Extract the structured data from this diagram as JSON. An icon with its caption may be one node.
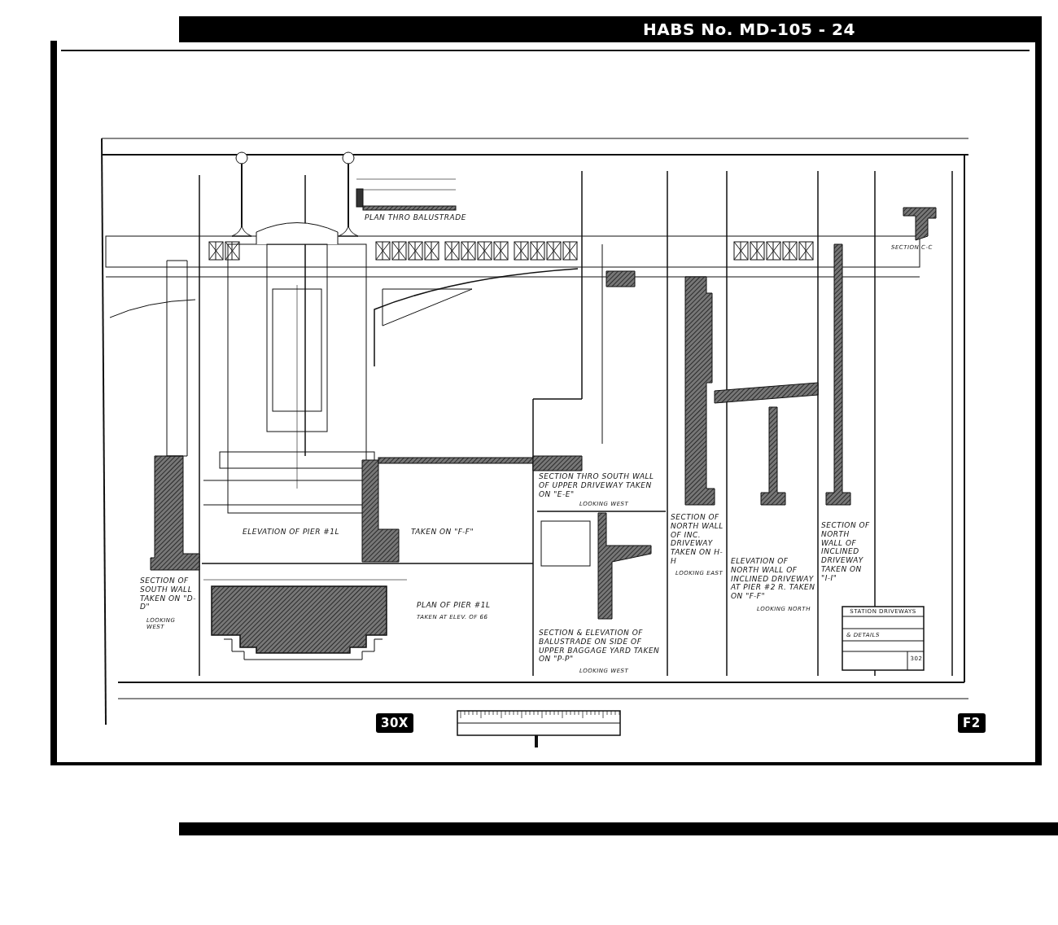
{
  "diagram": {
    "labels": [
      "HABS No. MD-105 - 24",
      "PLAN THRO BALUSTRADE",
      "SECTION C-C",
      "ELEVATION OF PIER #1L",
      "TAKEN ON \"F-F\"",
      "SECTION THRO SOUTH WALL OF UPPER DRIVEWAY TAKEN ON \"E-E\"",
      "LOOKING WEST",
      "SECTION OF NORTH WALL OF INC. DRIVEWAY TAKEN ON H-H",
      "LOOKING EAST",
      "SECTION OF SOUTH WALL TAKEN ON \"D-D\"",
      "LOOKING WEST",
      "PLAN OF PIER #1L",
      "TAKEN AT ELEV. OF 66",
      "ELEVATION OF NORTH WALL OF INCLINED DRIVEWAY AT PIER #2 R. TAKEN ON \"F-F\"",
      "LOOKING NORTH",
      "SECTION OF NORTH WALL OF INCLINED DRIVEWAY TAKEN ON \"I-I\"",
      "SECTION & ELEVATION OF BALUSTRADE ON SIDE OF UPPER BAGGAGE YARD TAKEN ON \"P-P\"",
      "LOOKING WEST",
      "STATION DRIVEWAYS",
      "& DETAILS",
      "302",
      "30X",
      "F2"
    ]
  }
}
